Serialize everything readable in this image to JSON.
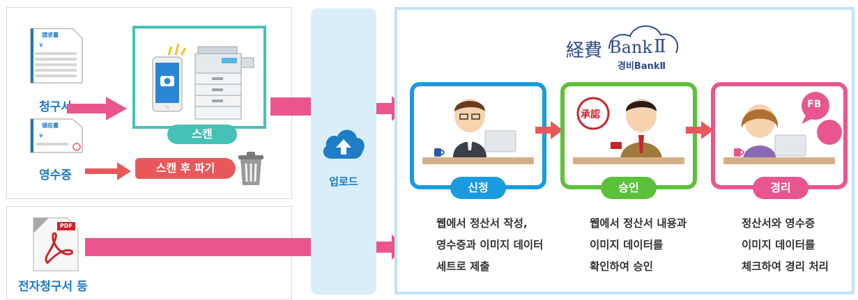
{
  "left_top": {
    "invoice_label": "청구서",
    "receipt_label": "영수증",
    "invoice_doc_title": "請求書",
    "receipt_doc_title": "領収書",
    "yen_mark": "¥",
    "scan_label": "스캔",
    "discard_label": "스캔 후 파기"
  },
  "left_bottom": {
    "pdf_label": "PDF",
    "e_invoice_label": "전자청구서 등"
  },
  "upload": {
    "label": "업로드"
  },
  "brand": {
    "logo_kanji": "経費",
    "logo_latin": "Bank",
    "logo_numeral": "Ⅱ",
    "subtitle": "경비BankⅡ"
  },
  "steps": [
    {
      "label": "신청",
      "color": "#1a9be0",
      "lines": [
        "웹에서 정산서 작성,",
        "영수증과 이미지 데이터",
        "세트로 제출"
      ]
    },
    {
      "label": "승인",
      "color": "#5cc13a",
      "stamp": "承認",
      "lines": [
        "웹에서 정산서 내용과",
        "이미지 데이터를",
        "확인하여 승인"
      ]
    },
    {
      "label": "경리",
      "color": "#e8558f",
      "bubble": "FB",
      "lines": [
        "정산서와 영수증",
        "이미지 데이터를",
        "체크하여 경리 처리"
      ]
    }
  ],
  "colors": {
    "arrow_pink": "#e9558c",
    "arrow_red": "#e8585b",
    "scan_teal": "#45c1b6",
    "upload_bg": "#daeefa",
    "right_border": "#bfe3f7"
  }
}
